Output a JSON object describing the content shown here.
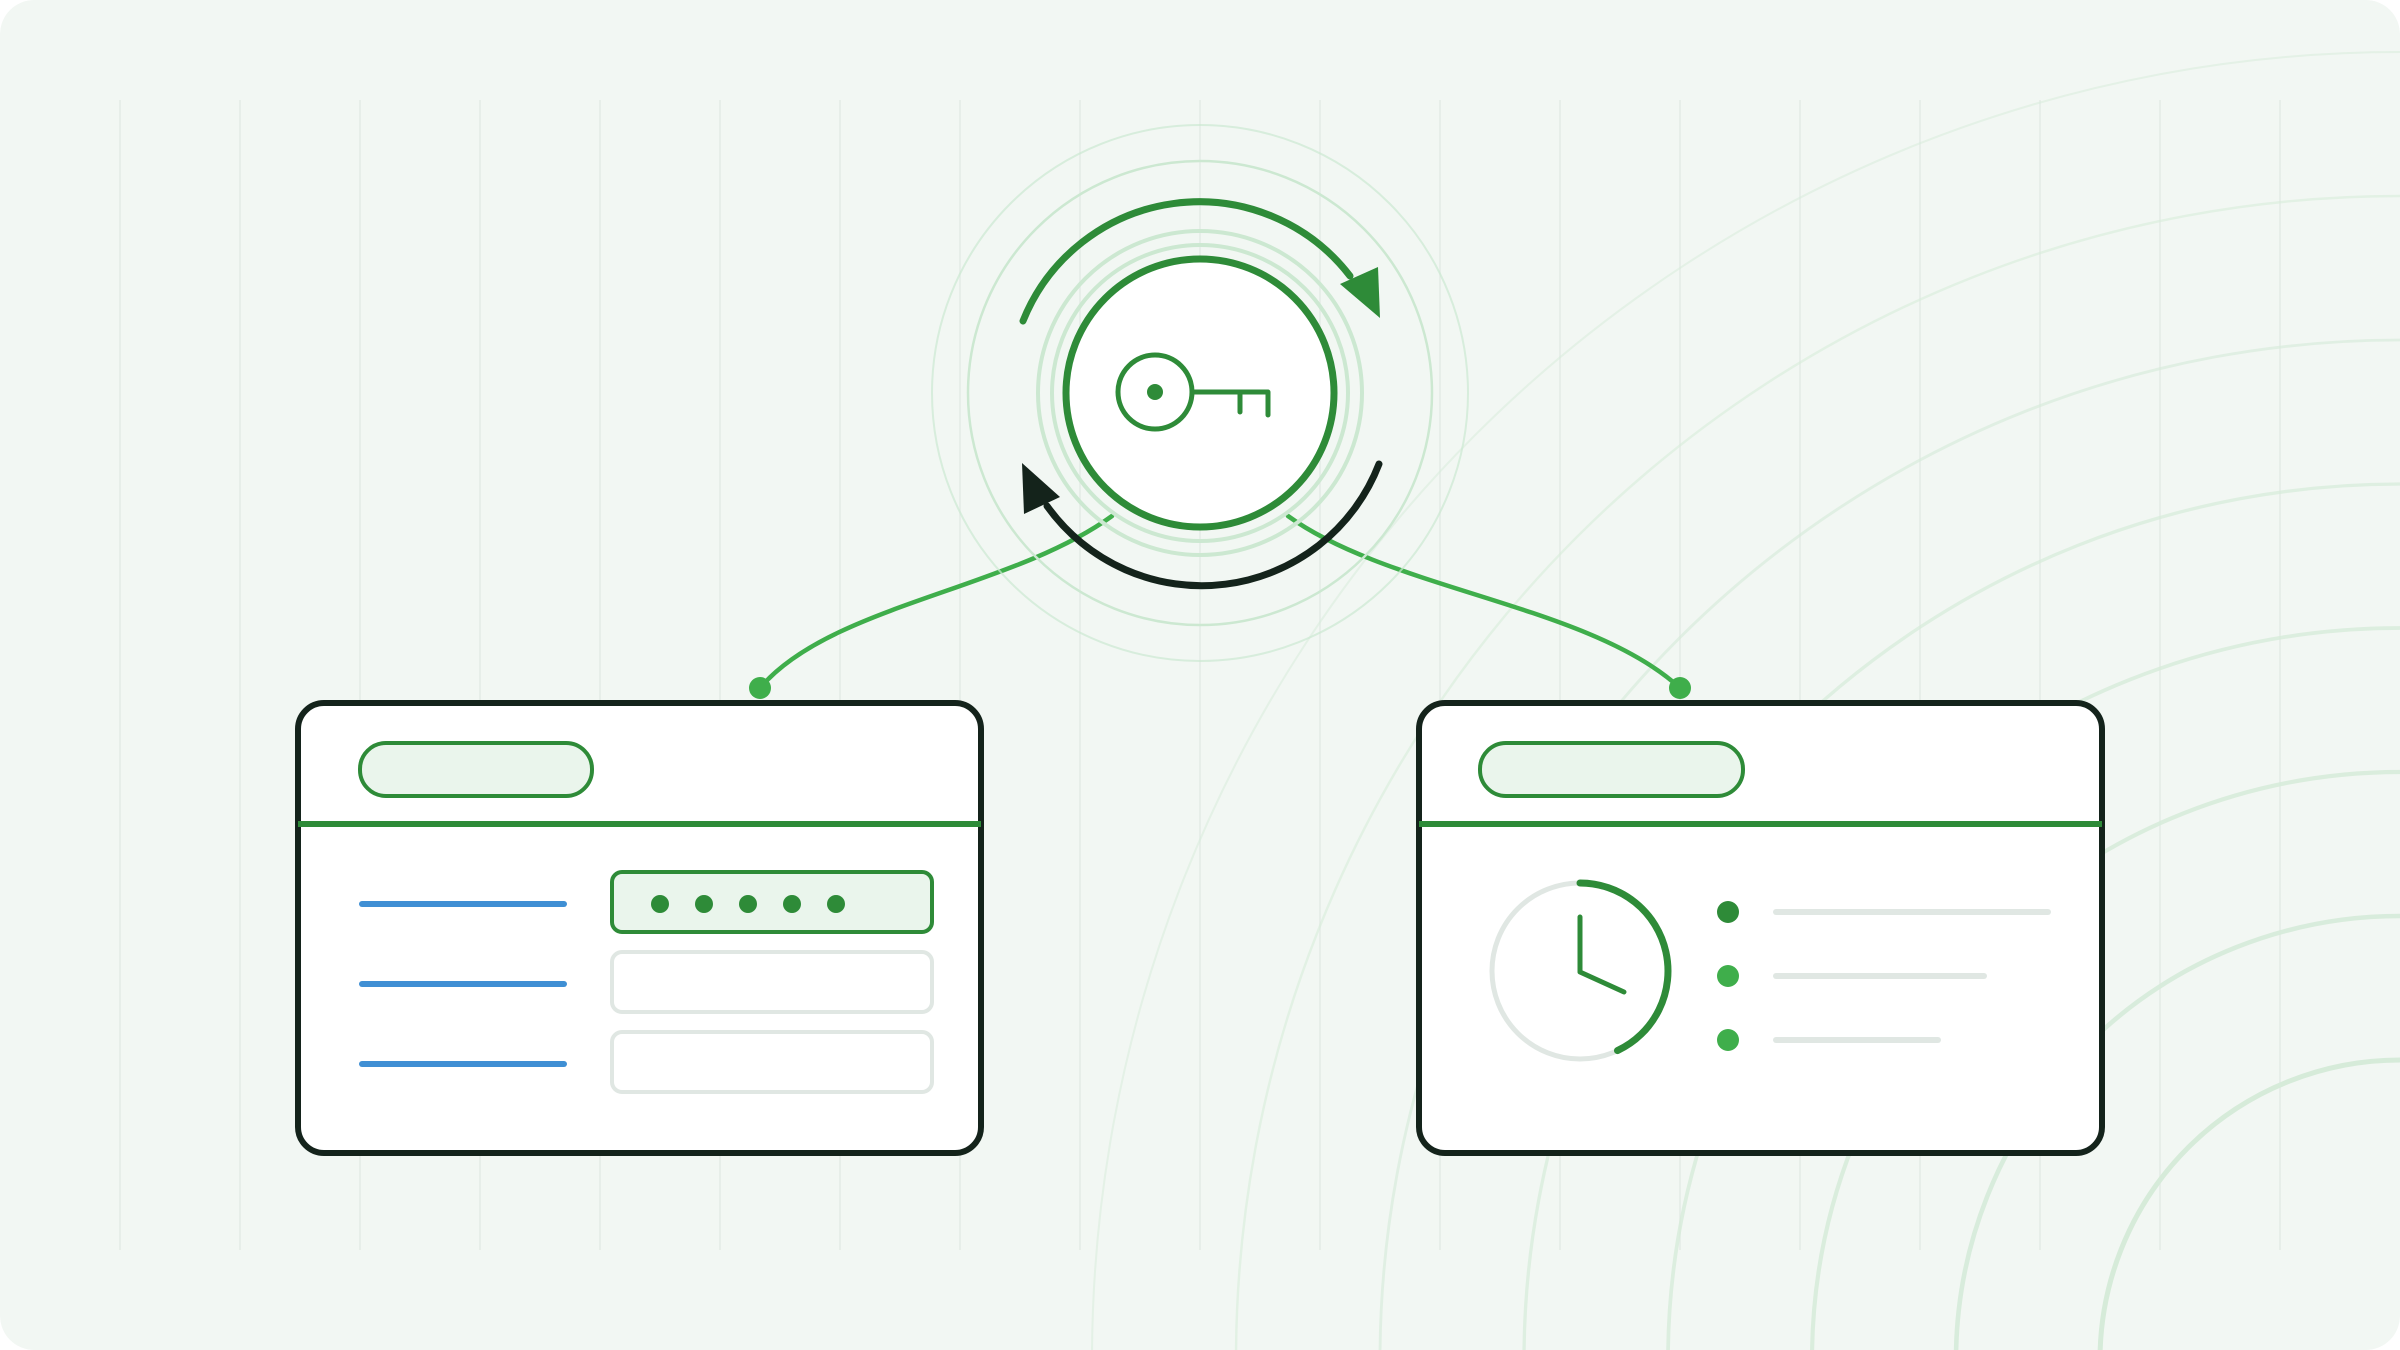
{
  "colors": {
    "canvas": "#f2f7f3",
    "grid_line": "#e3ece6",
    "arc_line": "#d6ebd9",
    "accent_green": "#2e8b38",
    "connector_green": "#3fae4b",
    "light_green_fill": "#eaf5ec",
    "light_green_ring": "#cce8d1",
    "dark_outline": "#14231b",
    "field_label_blue": "#3f8fd4",
    "placeholder_gray": "#e0e7e3",
    "white": "#ffffff"
  },
  "icons": {
    "center": "key-icon",
    "refresh_top": "arrow-clockwise-icon",
    "refresh_bottom": "arrow-counterclockwise-icon",
    "history": "clock-icon"
  },
  "credential_panel": {
    "field_count": 3,
    "masked_dot_count": 5
  },
  "history_panel": {
    "clock_progress": 0.43,
    "log_item_count": 3
  }
}
